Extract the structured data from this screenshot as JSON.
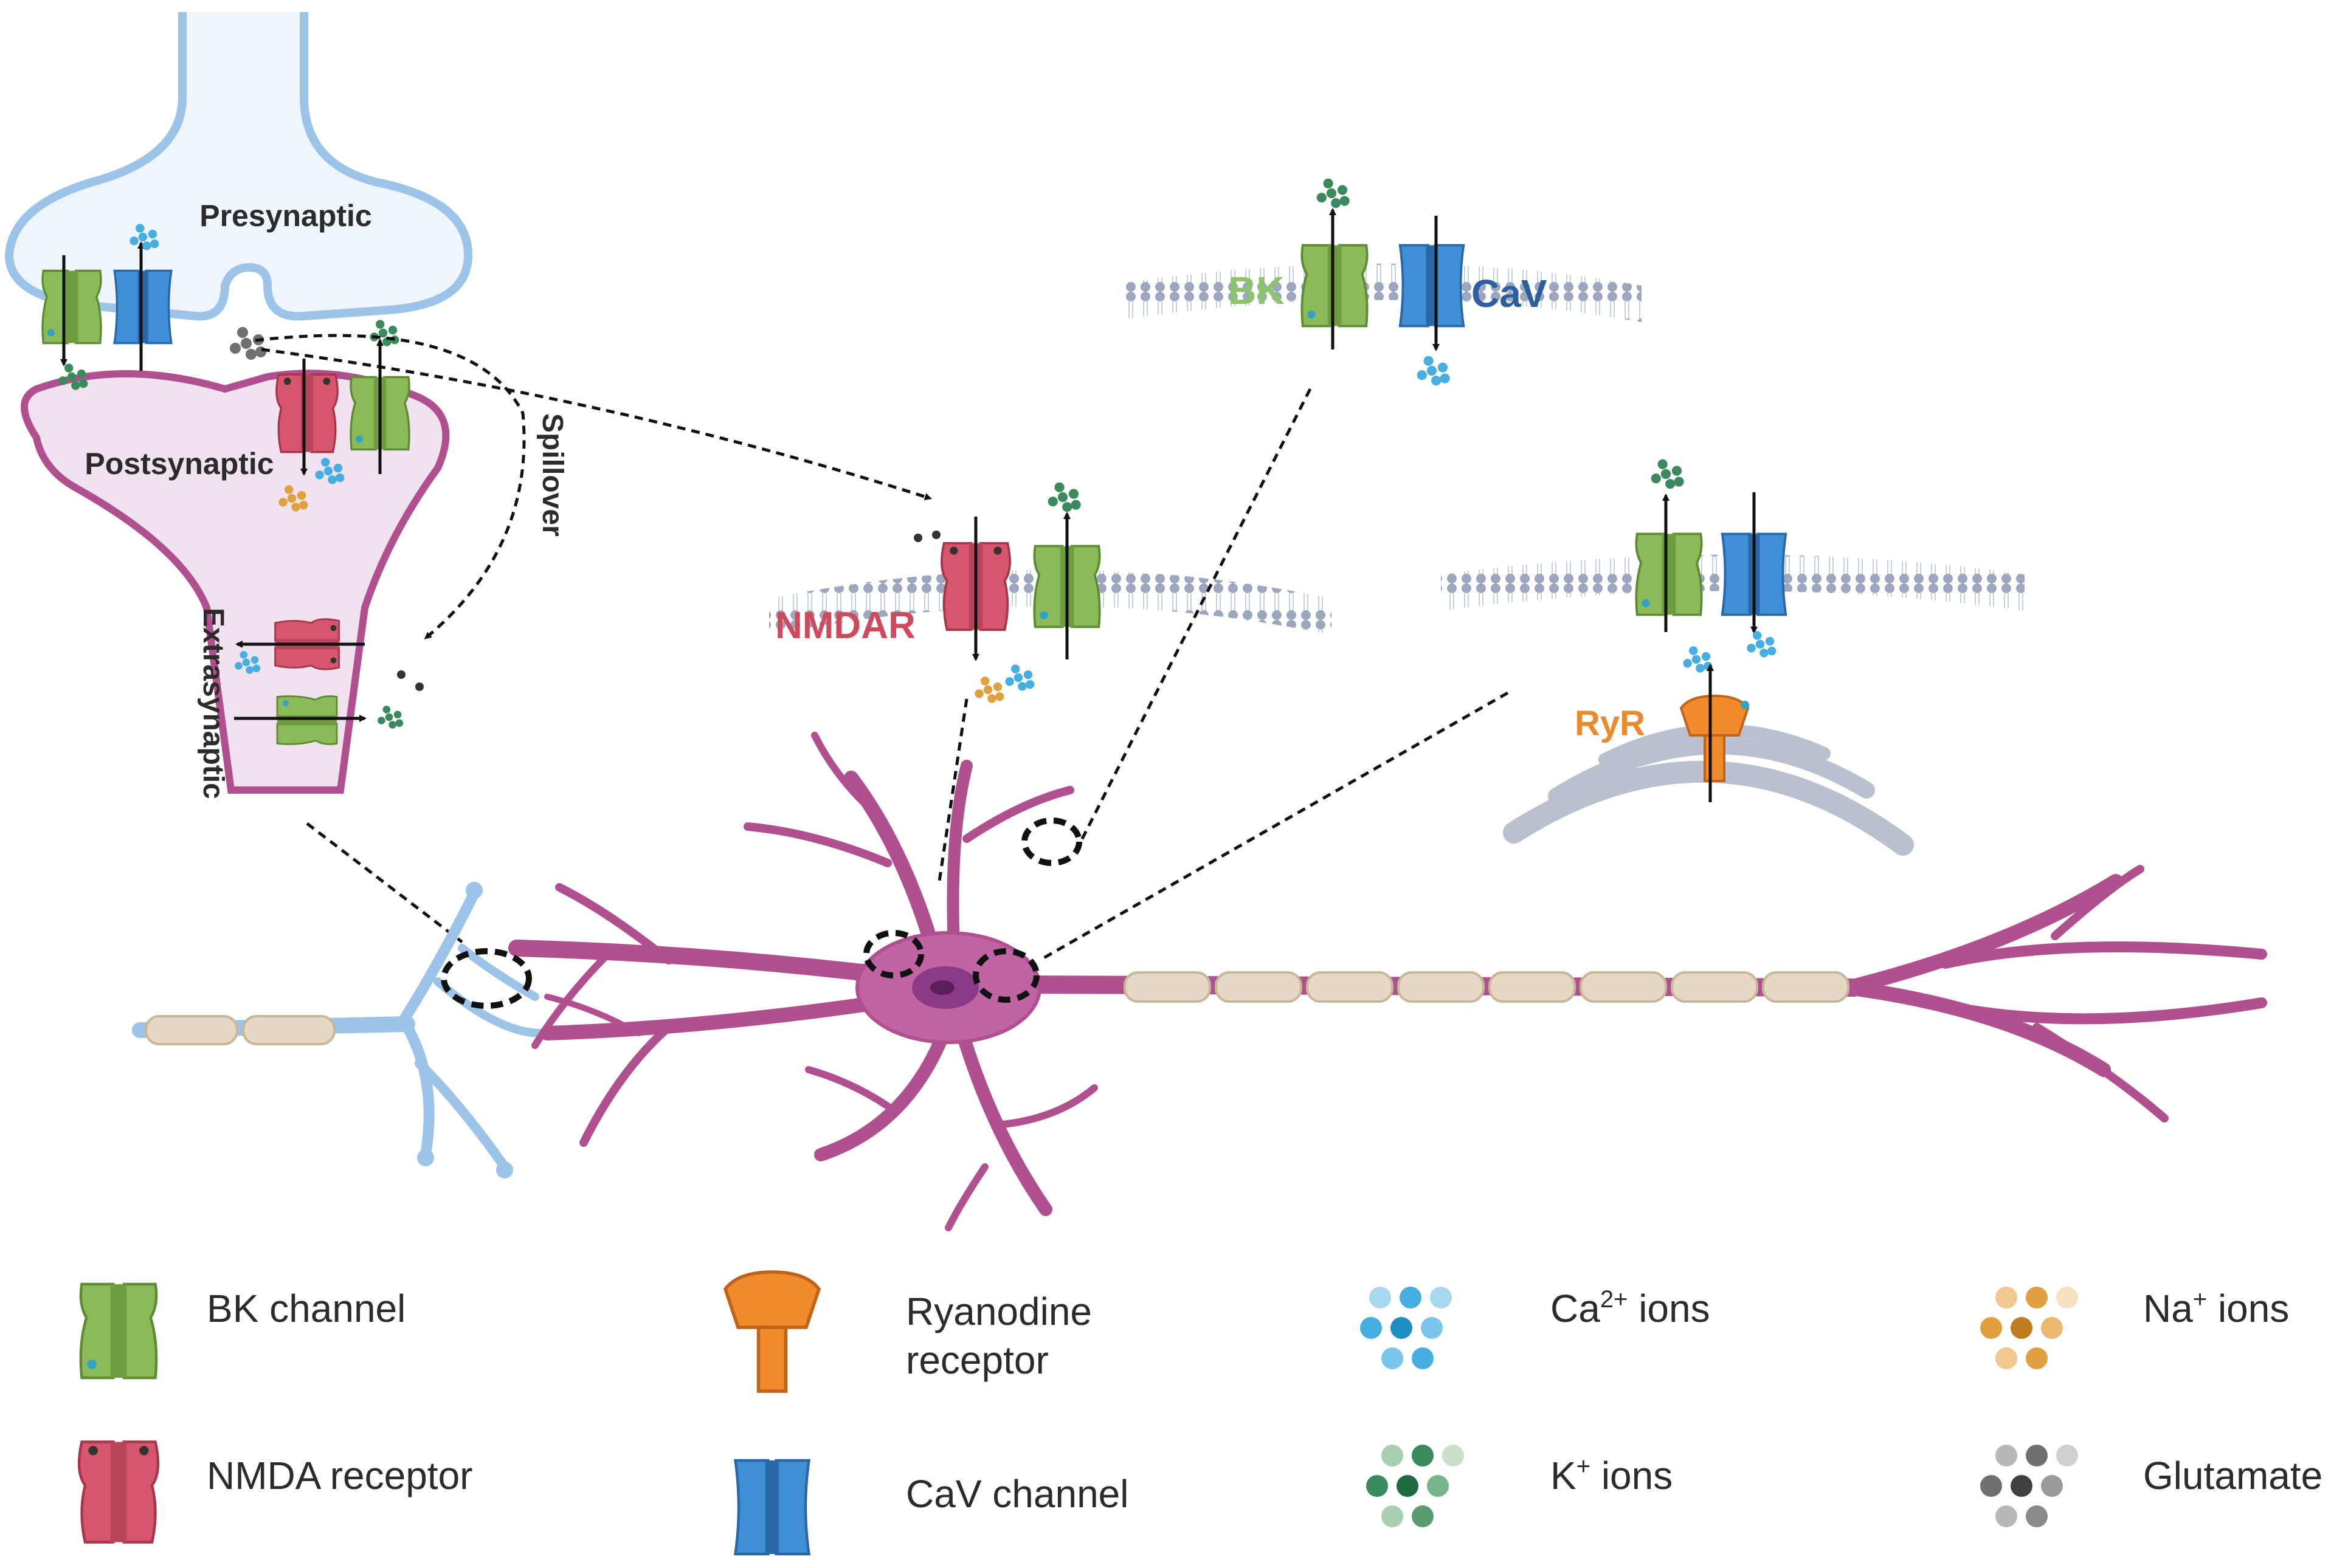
{
  "labels": {
    "presynaptic": "Presynaptic",
    "postsynaptic": "Postsynaptic",
    "extrasynaptic": "Extrasynaptic",
    "spillover": "Spillover",
    "bk": "BK",
    "cav": "CaV",
    "nmdar": "NMDAR",
    "ryr": "RyR"
  },
  "legend": {
    "bk_channel": "BK channel",
    "nmda_receptor": "NMDA receptor",
    "ryanodine_receptor_line1": "Ryanodine",
    "ryanodine_receptor_line2": "receptor",
    "cav_channel": "CaV channel",
    "ca_ions_base": "Ca",
    "ca_ions_sup": "2+",
    "ca_ions_rest": " ions",
    "k_ions_base": "K",
    "k_ions_sup": "+",
    "k_ions_rest": " ions",
    "na_ions_base": "Na",
    "na_ions_sup": "+",
    "na_ions_rest": " ions",
    "glutamate": "Glutamate"
  },
  "colors": {
    "bk_green": "#8dba58",
    "bk_green_dark": "#5f8a34",
    "nmda_red": "#d6566e",
    "nmda_red_dark": "#a8354c",
    "cav_blue": "#3f8fd6",
    "cav_blue_dark": "#2a67a8",
    "ryr_orange": "#f08a2c",
    "neuron_magenta": "#b0508f",
    "neuron_soma": "#c064a3",
    "presyn_blue": "#9cc3e8",
    "postsyn_fill": "#f0e2ee",
    "membrane_grey": "#9aa7bd",
    "er_grey": "#b9c1cf",
    "myelin": "#e6d8c4",
    "ca_ion": "#46aee0",
    "k_ion": "#3a8a5c",
    "na_ion": "#e0a040",
    "glutamate": "#707070",
    "text_dark": "#2b2b2b",
    "label_bk_green": "#8cc46b",
    "label_cav_blue": "#2b5f9e",
    "label_nmdar_red": "#d04a5e",
    "label_ryr_orange": "#ea8a2c"
  },
  "icons": [
    "bk-channel-icon",
    "nmda-receptor-icon",
    "ryanodine-receptor-icon",
    "cav-channel-icon",
    "ca-ions-icon",
    "k-ions-icon",
    "na-ions-icon",
    "glutamate-icon",
    "arrow-icon"
  ]
}
